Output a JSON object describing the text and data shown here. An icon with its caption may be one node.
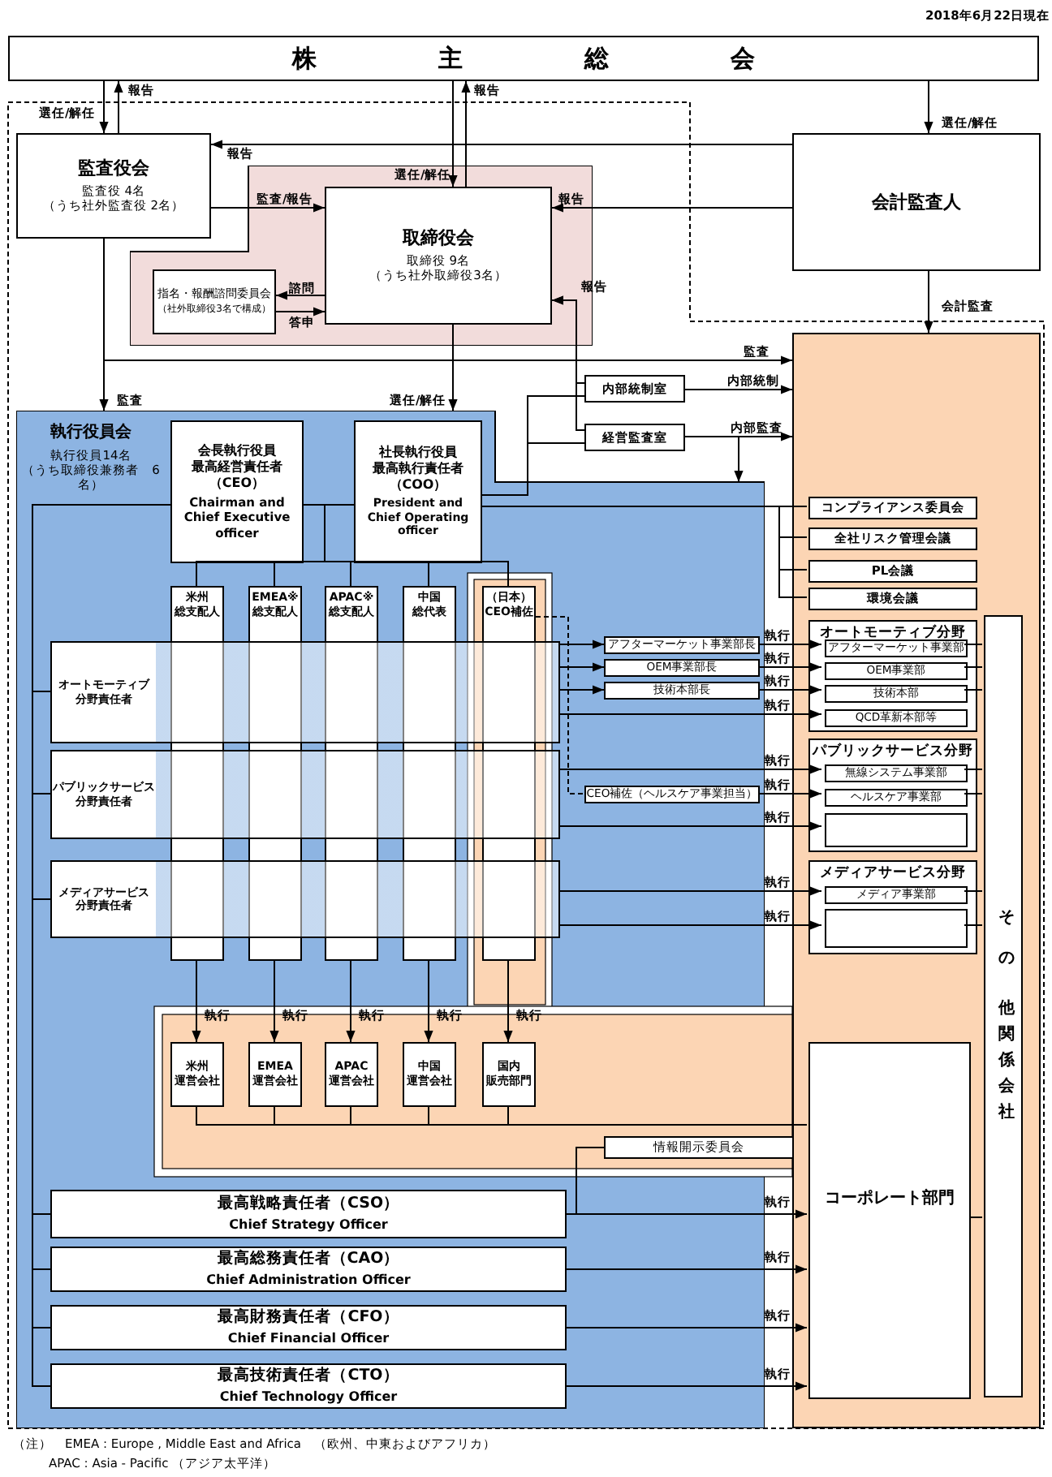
{
  "diagram": {
    "nodes": [
      {
        "text": [
          "株　主　総　会"
        ]
      },
      {
        "text": [
          "監査役会",
          "監査役 4名（うち社外監査役 2名）"
        ]
      },
      {
        "text": [],
        "shape": "box"
      },
      {
        "text": [
          "取締役会",
          "取締役 9名（うち社外取締役3名）"
        ],
        "in": 2
      },
      {
        "text": [
          "指名・報酬諮問委員会",
          "（社外取締役3名で構成）"
        ],
        "in": 2
      },
      {
        "text": [
          "会計監査人"
        ]
      },
      {
        "text": [],
        "shape": "box"
      },
      {
        "text": [
          "内部統制室"
        ]
      },
      {
        "text": [
          "経営監査室"
        ]
      },
      {
        "text": [
          "執行役員会",
          "執行役員14名（うち取締役兼務者　6名）"
        ]
      },
      {
        "text": [
          "会長執行役員最高経営責任者（CEO）",
          "Chairman and Chief Executive officer"
        ],
        "in": 9
      },
      {
        "text": [
          "社長執行役員最高執行責任者（COO）",
          "President and Chief Operating officer"
        ],
        "in": 9
      },
      {
        "text": [
          "米州総支配人"
        ],
        "in": 9
      },
      {
        "text": [
          "EMEA※総支配人"
        ],
        "in": 9
      },
      {
        "text": [
          "APAC※総支配人"
        ],
        "in": 9
      },
      {
        "text": [
          "中国総代表"
        ],
        "in": 9
      },
      {
        "text": [
          "（日本）CEO補佐"
        ],
        "in": 9
      },
      {
        "text": [
          "オートモーティブ分野責任者"
        ],
        "in": 9
      },
      {
        "text": [
          "パブリックサービス分野責任者"
        ],
        "in": 9
      },
      {
        "text": [
          "メディアサービス分野責任者"
        ],
        "in": 9
      },
      {
        "text": [
          "アフターマーケット事業部長"
        ],
        "in": 9
      },
      {
        "text": [
          "OEM事業部長"
        ],
        "in": 9
      },
      {
        "text": [
          "技術本部長"
        ],
        "in": 9
      },
      {
        "text": [
          "CEO補佐（ヘルスケア事業担当）"
        ],
        "in": 9
      },
      {
        "text": [
          "コンプライアンス委員会"
        ],
        "in": 6
      },
      {
        "text": [
          "全社リスク管理会議"
        ],
        "in": 6
      },
      {
        "text": [
          "PL会議"
        ],
        "in": 6
      },
      {
        "text": [
          "環境会議"
        ],
        "in": 6
      },
      {
        "text": [
          "オートモーティブ分野"
        ],
        "in": 6
      },
      {
        "text": [
          "アフターマーケット事業部"
        ],
        "in": 28
      },
      {
        "text": [
          "OEM事業部"
        ],
        "in": 28
      },
      {
        "text": [
          "技術本部"
        ],
        "in": 28
      },
      {
        "text": [
          "QCD革新本部等"
        ],
        "in": 28
      },
      {
        "text": [
          "パブリックサービス分野"
        ],
        "in": 6
      },
      {
        "text": [
          "無線システム事業部"
        ],
        "in": 33
      },
      {
        "text": [
          "ヘルスケア事業部"
        ],
        "in": 33
      },
      {
        "text": [],
        "shape": "box",
        "in": 33
      },
      {
        "text": [
          "メディアサービス分野"
        ],
        "in": 6
      },
      {
        "text": [
          "メディア事業部"
        ],
        "in": 37
      },
      {
        "text": [],
        "shape": "box",
        "in": 37
      },
      {
        "text": [
          "その他関係会社"
        ],
        "in": 6
      },
      {
        "text": [
          "米州運営会社"
        ],
        "in": 9
      },
      {
        "text": [
          "EMEA運営会社"
        ],
        "in": 9
      },
      {
        "text": [
          "APAC運営会社"
        ],
        "in": 9
      },
      {
        "text": [
          "中国運営会社"
        ],
        "in": 9
      },
      {
        "text": [
          "国内販売部門"
        ],
        "in": 9
      },
      {
        "text": [
          "情報開示委員会"
        ]
      },
      {
        "text": [
          "コーポレート部門"
        ],
        "in": 6
      },
      {
        "text": [
          "最高戦略責任者（CSO）",
          "Chief Strategy Officer"
        ],
        "in": 9
      },
      {
        "text": [
          "最高総務責任者（CAO）",
          "Chief Administration Officer"
        ],
        "in": 9
      },
      {
        "text": [
          "最高財務責任者（CFO）",
          "Chief Financial Officer"
        ],
        "in": 9
      },
      {
        "text": [
          "最高技術責任者（CTO）",
          "Chief Technology Officer"
        ],
        "in": 9
      }
    ],
    "edges": [
      {
        "from": 0,
        "to": 1,
        "arrow": "to",
        "label": "選任/解任"
      },
      {
        "from": 1,
        "to": 0,
        "arrow": "to",
        "label": "報告"
      },
      {
        "from": 0,
        "to": 3,
        "arrow": "to",
        "label": "選任/解任"
      },
      {
        "from": 3,
        "to": 0,
        "arrow": "to",
        "label": "報告"
      },
      {
        "from": 0,
        "to": 5,
        "arrow": "to",
        "label": "選任/解任"
      },
      {
        "from": 5,
        "to": 1,
        "arrow": "to",
        "label": "報告"
      },
      {
        "from": 1,
        "to": 3,
        "arrow": "to",
        "label": "監査/報告"
      },
      {
        "from": 5,
        "to": 3,
        "arrow": "to",
        "label": "報告"
      },
      {
        "from": 3,
        "to": 4,
        "arrow": "to",
        "label": "諮問"
      },
      {
        "from": 4,
        "to": 3,
        "arrow": "to",
        "label": "答申"
      },
      {
        "from": 5,
        "to": 6,
        "arrow": "to",
        "label": "会計監査"
      },
      {
        "from": 1,
        "to": 6,
        "arrow": "to",
        "label": "監査"
      },
      {
        "from": 1,
        "to": 9,
        "arrow": "to",
        "label": "監査"
      },
      {
        "from": 3,
        "to": 9,
        "arrow": "to",
        "label": "選任/解任"
      },
      {
        "from": 7,
        "to": 3,
        "arrow": "to",
        "label": "報告"
      },
      {
        "from": 8,
        "to": 3,
        "arrow": "to"
      },
      {
        "from": 7,
        "to": 6,
        "arrow": "to",
        "label": "内部統制"
      },
      {
        "from": 8,
        "to": 6,
        "arrow": "to",
        "label": "内部監査"
      },
      {
        "from": 8,
        "to": 9,
        "arrow": "to"
      },
      {
        "from": 11,
        "to": 7,
        "arrow": "none"
      },
      {
        "from": 11,
        "to": 8,
        "arrow": "none"
      },
      {
        "from": 10,
        "to": 11,
        "arrow": "none"
      },
      {
        "from": 11,
        "to": 24,
        "arrow": "none"
      },
      {
        "from": 11,
        "to": 25,
        "arrow": "none"
      },
      {
        "from": 11,
        "to": 26,
        "arrow": "none"
      },
      {
        "from": 11,
        "to": 27,
        "arrow": "none"
      },
      {
        "from": 11,
        "to": 12,
        "arrow": "none"
      },
      {
        "from": 11,
        "to": 13,
        "arrow": "none"
      },
      {
        "from": 11,
        "to": 14,
        "arrow": "none"
      },
      {
        "from": 11,
        "to": 15,
        "arrow": "none"
      },
      {
        "from": 11,
        "to": 16,
        "arrow": "none"
      },
      {
        "from": 10,
        "to": 17,
        "arrow": "none"
      },
      {
        "from": 10,
        "to": 18,
        "arrow": "none"
      },
      {
        "from": 10,
        "to": 19,
        "arrow": "none"
      },
      {
        "from": 10,
        "to": 48,
        "arrow": "none"
      },
      {
        "from": 10,
        "to": 49,
        "arrow": "none"
      },
      {
        "from": 10,
        "to": 50,
        "arrow": "none"
      },
      {
        "from": 10,
        "to": 51,
        "arrow": "none"
      },
      {
        "from": 17,
        "to": 20,
        "arrow": "to"
      },
      {
        "from": 17,
        "to": 21,
        "arrow": "to"
      },
      {
        "from": 17,
        "to": 22,
        "arrow": "to"
      },
      {
        "from": 20,
        "to": 29,
        "arrow": "to",
        "label": "執行"
      },
      {
        "from": 21,
        "to": 30,
        "arrow": "to",
        "label": "執行"
      },
      {
        "from": 22,
        "to": 31,
        "arrow": "to",
        "label": "執行"
      },
      {
        "from": 17,
        "to": 32,
        "arrow": "to",
        "label": "執行"
      },
      {
        "from": 18,
        "to": 34,
        "arrow": "to",
        "label": "執行"
      },
      {
        "from": 16,
        "to": 23,
        "arrow": "none",
        "style": "dashed"
      },
      {
        "from": 23,
        "to": 35,
        "arrow": "to",
        "label": "執行"
      },
      {
        "from": 18,
        "to": 36,
        "arrow": "to",
        "label": "執行"
      },
      {
        "from": 19,
        "to": 38,
        "arrow": "to",
        "label": "執行"
      },
      {
        "from": 19,
        "to": 39,
        "arrow": "to",
        "label": "執行"
      },
      {
        "from": 12,
        "to": 41,
        "arrow": "to",
        "label": "執行"
      },
      {
        "from": 13,
        "to": 42,
        "arrow": "to",
        "label": "執行"
      },
      {
        "from": 14,
        "to": 43,
        "arrow": "to",
        "label": "執行"
      },
      {
        "from": 15,
        "to": 44,
        "arrow": "to",
        "label": "執行"
      },
      {
        "from": 16,
        "to": 45,
        "arrow": "to",
        "label": "執行"
      },
      {
        "from": 41,
        "to": 47,
        "arrow": "none"
      },
      {
        "from": 42,
        "to": 47,
        "arrow": "none"
      },
      {
        "from": 43,
        "to": 47,
        "arrow": "none"
      },
      {
        "from": 44,
        "to": 47,
        "arrow": "none"
      },
      {
        "from": 45,
        "to": 47,
        "arrow": "none"
      },
      {
        "from": 48,
        "to": 46,
        "arrow": "none"
      },
      {
        "from": 48,
        "to": 47,
        "arrow": "to",
        "label": "執行"
      },
      {
        "from": 49,
        "to": 47,
        "arrow": "to",
        "label": "執行"
      },
      {
        "from": 50,
        "to": 47,
        "arrow": "to",
        "label": "執行"
      },
      {
        "from": 51,
        "to": 47,
        "arrow": "to",
        "label": "執行"
      },
      {
        "from": 29,
        "to": 40,
        "arrow": "none"
      },
      {
        "from": 30,
        "to": 40,
        "arrow": "none"
      },
      {
        "from": 31,
        "to": 40,
        "arrow": "none"
      },
      {
        "from": 34,
        "to": 40,
        "arrow": "none"
      },
      {
        "from": 35,
        "to": 40,
        "arrow": "none"
      },
      {
        "from": 38,
        "to": 40,
        "arrow": "none"
      },
      {
        "from": 39,
        "to": 40,
        "arrow": "none"
      },
      {
        "from": 47,
        "to": 40,
        "arrow": "none"
      }
    ],
    "labels": [
      "2018年6月22日現在",
      "（注）　EMEA : Europe , Middle East and Africa　（欧州、中東およびアフリカ）",
      "APAC : Asia - Pacific （アジア太平洋）"
    ]
  }
}
